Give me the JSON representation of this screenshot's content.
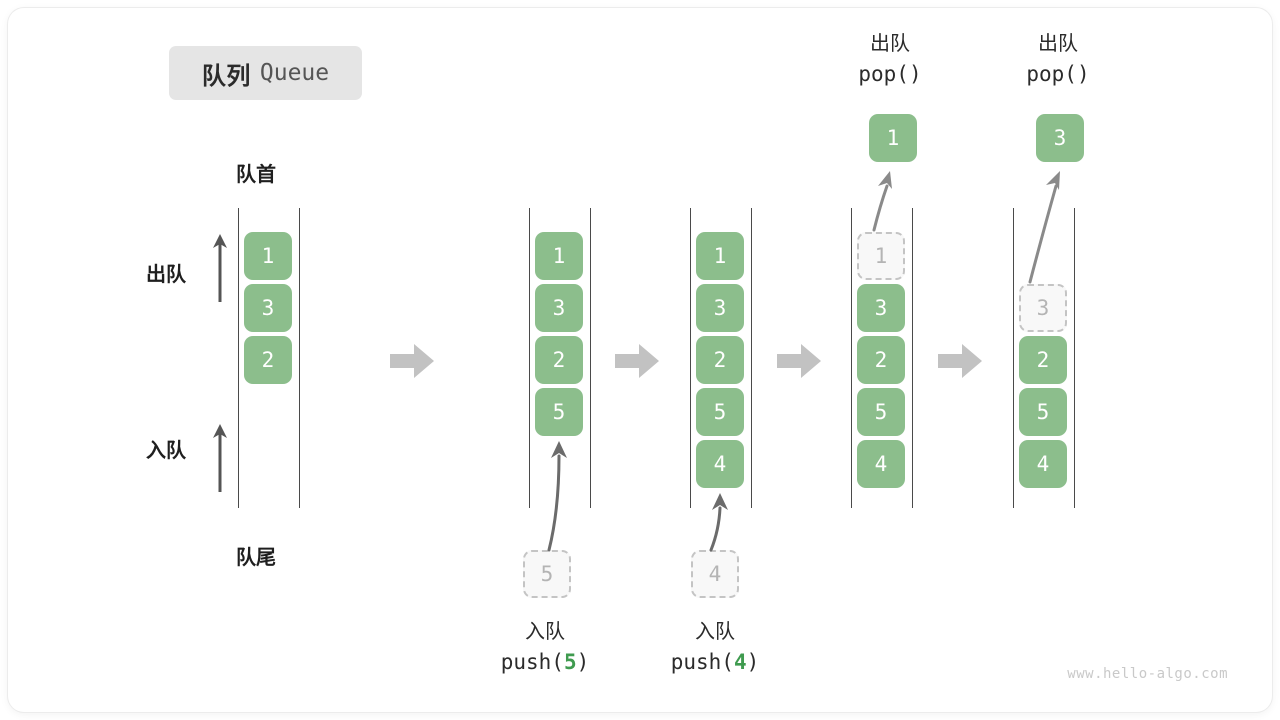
{
  "title": {
    "cn": "队列",
    "en": "Queue"
  },
  "labels": {
    "head": "队首",
    "tail": "队尾",
    "dequeue": "出队",
    "enqueue": "入队"
  },
  "watermark": "www.hello-algo.com",
  "colors": {
    "cell_fill": "#8cbe8c",
    "cell_text": "#ffffff",
    "ghost_fill": "#f8f8f8",
    "ghost_border": "#c4c4c4",
    "ghost_text": "#b4b4b4",
    "rail": "#4a4a4a",
    "step_arrow": "#c2c2c2",
    "accent_number": "#3f9b4f",
    "badge_bg": "#e5e5e5",
    "text": "#2b2b2b"
  },
  "side_arrows": [
    {
      "name": "dequeue",
      "label": "出队"
    },
    {
      "name": "enqueue",
      "label": "入队"
    }
  ],
  "steps": [
    {
      "id": "initial",
      "cells": [
        {
          "value": "1",
          "state": "filled"
        },
        {
          "value": "3",
          "state": "filled"
        },
        {
          "value": "2",
          "state": "filled"
        }
      ],
      "op_cn": "",
      "op_code": "",
      "op_arg": "",
      "incoming": null,
      "outgoing": null
    },
    {
      "id": "push-5",
      "cells": [
        {
          "value": "1",
          "state": "filled"
        },
        {
          "value": "3",
          "state": "filled"
        },
        {
          "value": "2",
          "state": "filled"
        },
        {
          "value": "5",
          "state": "filled"
        }
      ],
      "op_cn": "入队",
      "op_code_prefix": "push(",
      "op_arg": "5",
      "op_code_suffix": ")",
      "incoming": {
        "value": "5",
        "state": "ghost"
      },
      "outgoing": null
    },
    {
      "id": "push-4",
      "cells": [
        {
          "value": "1",
          "state": "filled"
        },
        {
          "value": "3",
          "state": "filled"
        },
        {
          "value": "2",
          "state": "filled"
        },
        {
          "value": "5",
          "state": "filled"
        },
        {
          "value": "4",
          "state": "filled"
        }
      ],
      "op_cn": "入队",
      "op_code_prefix": "push(",
      "op_arg": "4",
      "op_code_suffix": ")",
      "incoming": {
        "value": "4",
        "state": "ghost"
      },
      "outgoing": null
    },
    {
      "id": "pop-1",
      "cells": [
        {
          "value": "1",
          "state": "ghost"
        },
        {
          "value": "3",
          "state": "filled"
        },
        {
          "value": "2",
          "state": "filled"
        },
        {
          "value": "5",
          "state": "filled"
        },
        {
          "value": "4",
          "state": "filled"
        }
      ],
      "op_cn": "出队",
      "op_code_prefix": "pop(",
      "op_arg": "",
      "op_code_suffix": ")",
      "incoming": null,
      "outgoing": {
        "value": "1",
        "state": "filled"
      }
    },
    {
      "id": "pop-3",
      "cells": [
        {
          "value": "",
          "state": "empty"
        },
        {
          "value": "3",
          "state": "ghost"
        },
        {
          "value": "2",
          "state": "filled"
        },
        {
          "value": "5",
          "state": "filled"
        },
        {
          "value": "4",
          "state": "filled"
        }
      ],
      "op_cn": "出队",
      "op_code_prefix": "pop(",
      "op_arg": "",
      "op_code_suffix": ")",
      "incoming": null,
      "outgoing": {
        "value": "3",
        "state": "filled"
      }
    }
  ]
}
